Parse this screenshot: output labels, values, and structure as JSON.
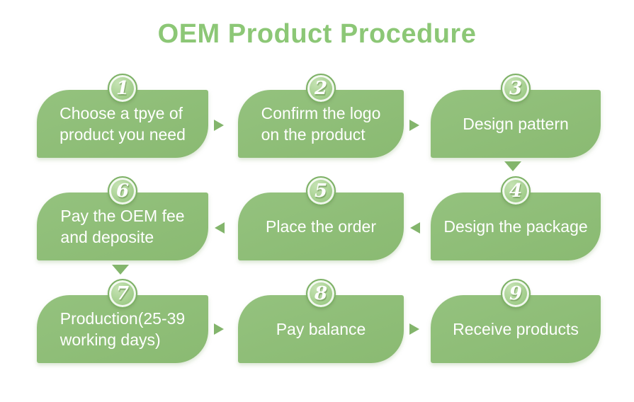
{
  "title": "OEM Product Procedure",
  "colors": {
    "title_green": "#8cc776",
    "box_green": "#8ebd77",
    "badge_green": "#9ac983",
    "badge_border_green": "#7db166",
    "arrow_green": "#83b56c",
    "label_text": "#ffffff",
    "background": "#ffffff"
  },
  "steps": [
    {
      "number": "1",
      "label": "Choose a tpye of\nproduct you need"
    },
    {
      "number": "2",
      "label": "Confirm the logo\non the product"
    },
    {
      "number": "3",
      "label": "Design pattern"
    },
    {
      "number": "4",
      "label": "Design the package"
    },
    {
      "number": "5",
      "label": "Place the order"
    },
    {
      "number": "6",
      "label": "Pay the OEM fee\nand deposite"
    },
    {
      "number": "7",
      "label": "Production(25-39\nworking days)"
    },
    {
      "number": "8",
      "label": "Pay balance"
    },
    {
      "number": "9",
      "label": "Receive products"
    }
  ],
  "flow": [
    {
      "from": "1",
      "to": "2",
      "direction": "right"
    },
    {
      "from": "2",
      "to": "3",
      "direction": "right"
    },
    {
      "from": "3",
      "to": "4",
      "direction": "down"
    },
    {
      "from": "4",
      "to": "5",
      "direction": "left"
    },
    {
      "from": "5",
      "to": "6",
      "direction": "left"
    },
    {
      "from": "6",
      "to": "7",
      "direction": "down"
    },
    {
      "from": "7",
      "to": "8",
      "direction": "right"
    },
    {
      "from": "8",
      "to": "9",
      "direction": "right"
    }
  ]
}
